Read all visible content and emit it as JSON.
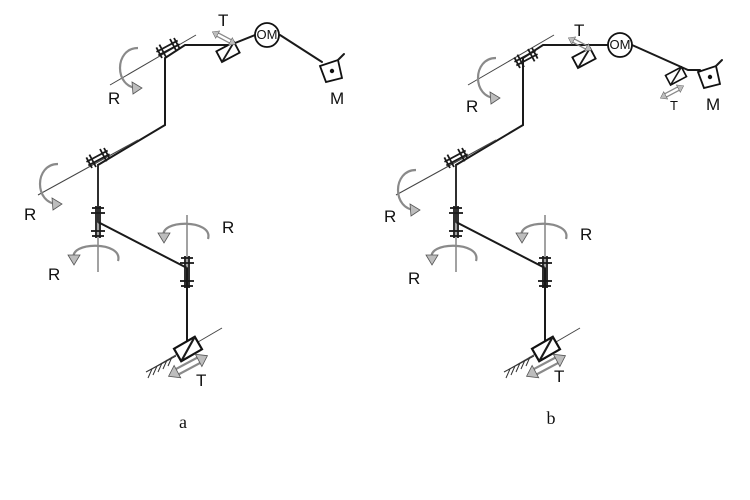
{
  "panels": [
    {
      "caption": "a",
      "labels": {
        "rot": "R",
        "trans": "T",
        "motor": "OM",
        "end": "M"
      }
    },
    {
      "caption": "b",
      "labels": {
        "rot": "R",
        "trans": "T",
        "motor": "OM",
        "end": "M"
      }
    }
  ]
}
